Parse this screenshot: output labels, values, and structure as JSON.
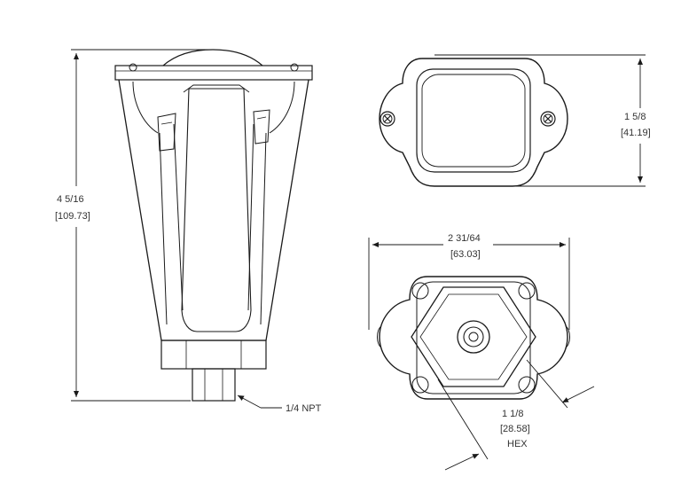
{
  "dimensions": {
    "height_total": {
      "fraction": "4 5/16",
      "metric": "[109.73]"
    },
    "height_top_view": {
      "fraction": "1 5/8",
      "metric": "[41.19]"
    },
    "width_bottom_view": {
      "fraction": "2 31/64",
      "metric": "[63.03]"
    },
    "hex": {
      "fraction": "1 1/8",
      "metric": "[28.58]",
      "label": "HEX"
    },
    "thread": {
      "label": "1/4 NPT"
    }
  },
  "colors": {
    "line": "#1a1a1a",
    "text": "#333333",
    "background": "#ffffff"
  }
}
